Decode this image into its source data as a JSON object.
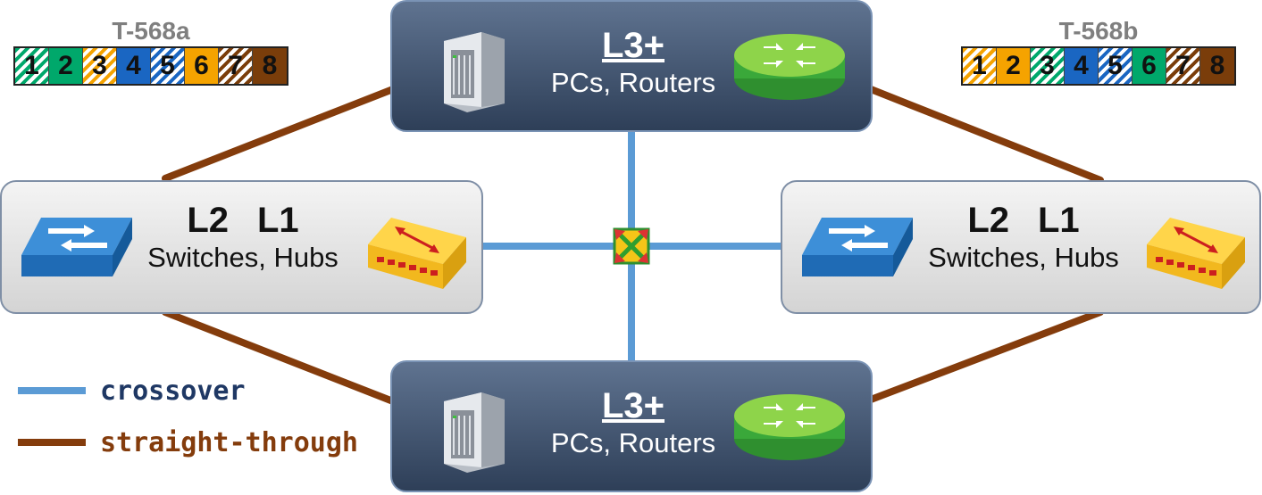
{
  "colors": {
    "crossover": "#5b9bd5",
    "straight_through": "#843c0c",
    "crossover_label": "#1f3864",
    "straight_label": "#843c0c"
  },
  "standards": [
    {
      "title": "T-568a",
      "pins": [
        {
          "n": "1",
          "c": "#00a86b",
          "s": true
        },
        {
          "n": "2",
          "c": "#00a86b",
          "s": false
        },
        {
          "n": "3",
          "c": "#f5a300",
          "s": true
        },
        {
          "n": "4",
          "c": "#1a66c2",
          "s": false
        },
        {
          "n": "5",
          "c": "#1a66c2",
          "s": true
        },
        {
          "n": "6",
          "c": "#f5a300",
          "s": false
        },
        {
          "n": "7",
          "c": "#7a3d0a",
          "s": true
        },
        {
          "n": "8",
          "c": "#7a3d0a",
          "s": false
        }
      ]
    },
    {
      "title": "T-568b",
      "pins": [
        {
          "n": "1",
          "c": "#f5a300",
          "s": true
        },
        {
          "n": "2",
          "c": "#f5a300",
          "s": false
        },
        {
          "n": "3",
          "c": "#00a86b",
          "s": true
        },
        {
          "n": "4",
          "c": "#1a66c2",
          "s": false
        },
        {
          "n": "5",
          "c": "#1a66c2",
          "s": true
        },
        {
          "n": "6",
          "c": "#00a86b",
          "s": false
        },
        {
          "n": "7",
          "c": "#7a3d0a",
          "s": true
        },
        {
          "n": "8",
          "c": "#7a3d0a",
          "s": false
        }
      ]
    }
  ],
  "nodes": {
    "top": {
      "layer": "L3+",
      "desc": "PCs, Routers"
    },
    "bottom": {
      "layer": "L3+",
      "desc": "PCs, Routers"
    },
    "left": {
      "layers": [
        "L2",
        "L1"
      ],
      "desc": "Switches, Hubs"
    },
    "right": {
      "layers": [
        "L2",
        "L1"
      ],
      "desc": "Switches, Hubs"
    }
  },
  "connections": [
    {
      "from": "top",
      "to": "bottom",
      "type": "crossover"
    },
    {
      "from": "left",
      "to": "right",
      "type": "crossover"
    },
    {
      "from": "top",
      "to": "left",
      "type": "straight_through"
    },
    {
      "from": "top",
      "to": "right",
      "type": "straight_through"
    },
    {
      "from": "bottom",
      "to": "left",
      "type": "straight_through"
    },
    {
      "from": "bottom",
      "to": "right",
      "type": "straight_through"
    }
  ],
  "icons": {
    "server": "server-icon",
    "router": "router-icon",
    "switch": "switch-icon",
    "hub": "hub-icon",
    "crossover_marker": "crossover-marker-icon"
  },
  "legend": [
    {
      "label": "crossover",
      "type": "crossover"
    },
    {
      "label": "straight-through",
      "type": "straight_through"
    }
  ]
}
